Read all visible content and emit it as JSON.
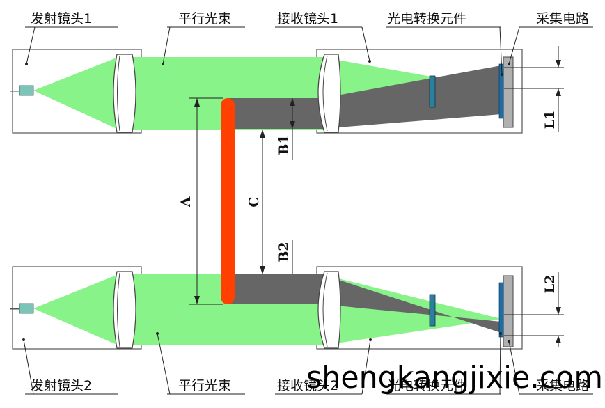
{
  "labels": {
    "emitter_lens_1": "发射镜头1",
    "parallel_beam_top": "平行光束",
    "receiver_lens_1": "接收镜头1",
    "photoelectric_top": "光电转换元件",
    "acquisition_top": "采集电路",
    "emitter_lens_2": "发射镜头2",
    "parallel_beam_bottom": "平行光束",
    "receiver_lens_2": "接收镜头2",
    "photoelectric_bottom": "光电转换元件",
    "acquisition_bottom": "采集电路"
  },
  "dimensions": {
    "a": "A",
    "b1": "B1",
    "b2": "B2",
    "c": "C",
    "l1": "L1",
    "l2": "L2"
  },
  "watermark": "shengkangjixie.com",
  "colors": {
    "beam_green": "#88f388",
    "shadow_gray": "#666666",
    "object_orange": "#ff4000",
    "sensor_blue": "#1a6fa8",
    "filter_teal": "#2a7f9e",
    "board_gray": "#b0b0b0",
    "box_stroke": "#555555"
  }
}
